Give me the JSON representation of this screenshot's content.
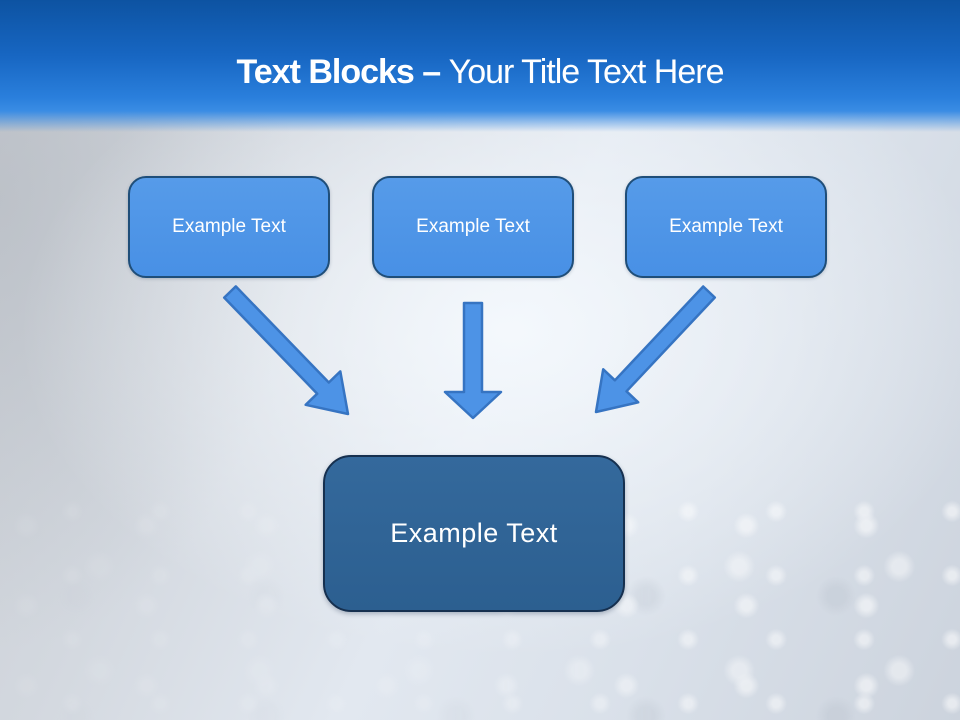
{
  "slide": {
    "header": {
      "title_bold": "Text Blocks",
      "title_separator": " – ",
      "title_rest": "Your Title Text Here"
    },
    "source_blocks": [
      {
        "label": "Example Text"
      },
      {
        "label": "Example Text"
      },
      {
        "label": "Example Text"
      }
    ],
    "target_block": {
      "label": "Example Text"
    },
    "arrows": [
      {
        "icon": "arrow-down-right-icon",
        "from": "block-1",
        "to": "target-block"
      },
      {
        "icon": "arrow-down-icon",
        "from": "block-2",
        "to": "target-block"
      },
      {
        "icon": "arrow-down-left-icon",
        "from": "block-3",
        "to": "target-block"
      }
    ],
    "colors": {
      "header_gradient_top": "#0d53a2",
      "header_gradient_bottom": "#3a8ce4",
      "title_color": "#ffffff",
      "block_fill": "#4e95e7",
      "block_border": "#1f4e79",
      "target_fill": "#2f6496",
      "target_border": "#16304f",
      "arrow_fill": "#4d93e6",
      "arrow_border": "#3674c2"
    }
  }
}
